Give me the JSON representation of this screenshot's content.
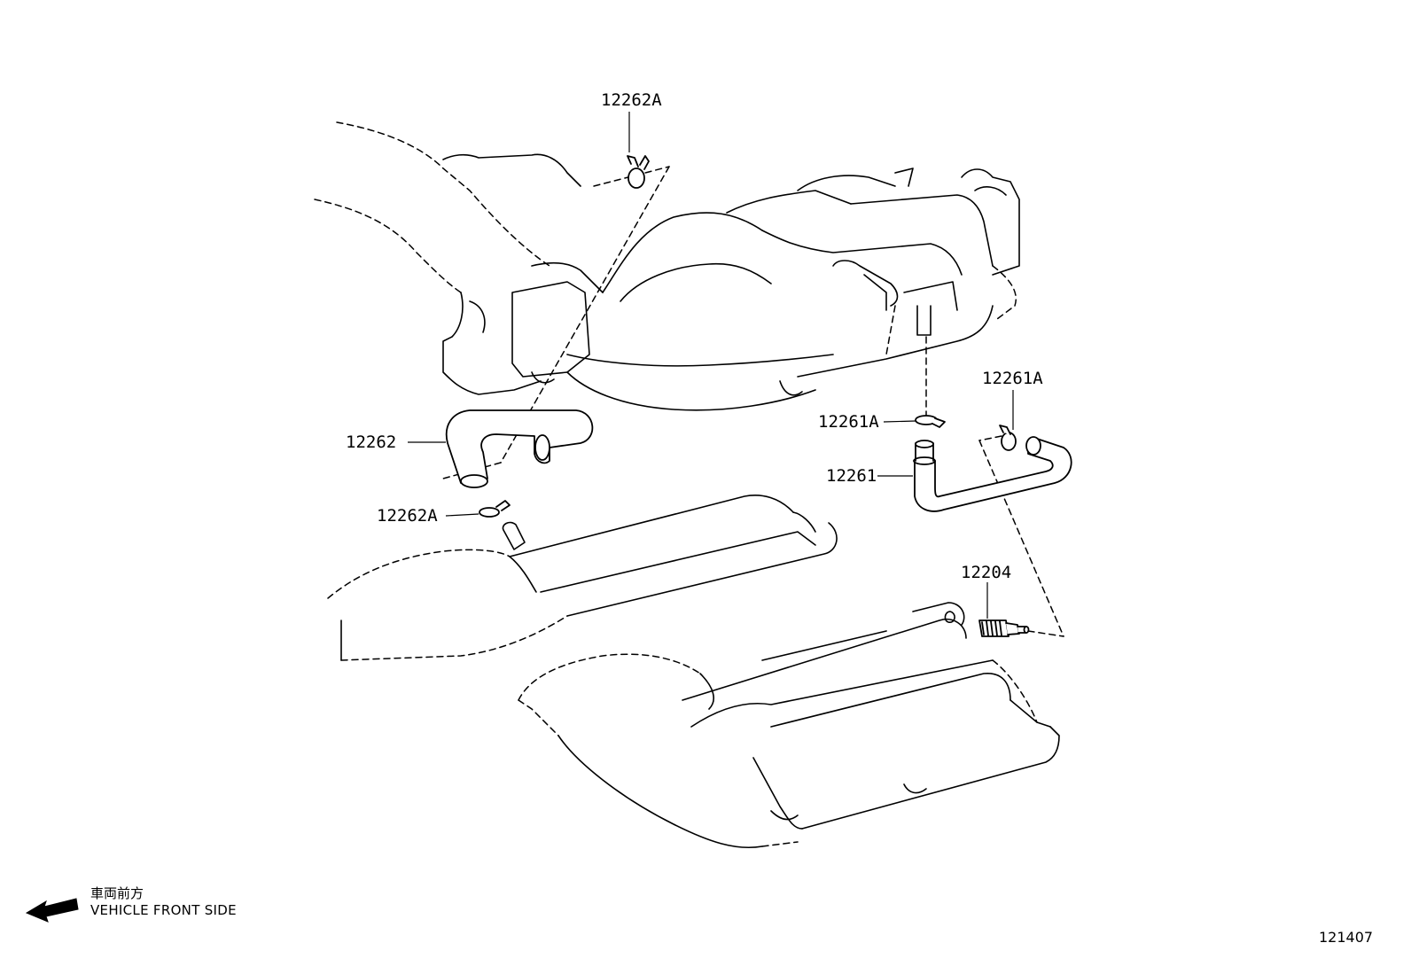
{
  "parts": [
    {
      "id": "clip-12262a-top",
      "label": "12262A"
    },
    {
      "id": "hose-12262",
      "label": "12262"
    },
    {
      "id": "clip-12262a-bottom",
      "label": "12262A"
    },
    {
      "id": "clip-12261a-right",
      "label": "12261A"
    },
    {
      "id": "clip-12261a-left",
      "label": "12261A"
    },
    {
      "id": "hose-12261",
      "label": "12261"
    },
    {
      "id": "valve-12204",
      "label": "12204"
    }
  ],
  "legend": {
    "direction_ja": "車両前方",
    "direction_en": "VEHICLE FRONT SIDE",
    "arrow_icon": "arrow-left-icon"
  },
  "figure_number": "121407"
}
